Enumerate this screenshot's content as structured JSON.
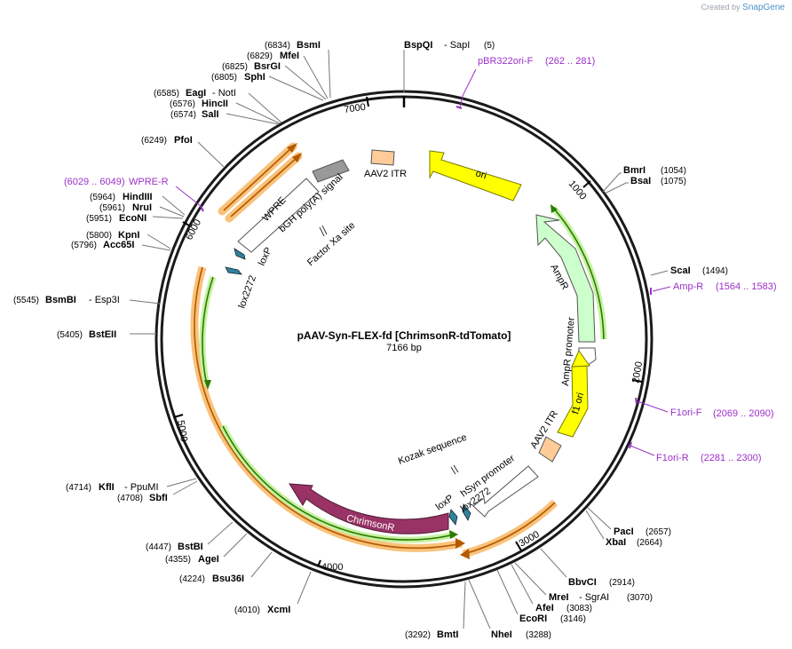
{
  "credit": {
    "prefix": "Created by",
    "brand": "SnapGene"
  },
  "plasmid": {
    "name": "pAAV-Syn-FLEX-fd [ChrimsonR-tdTomato]",
    "length": "7166 bp"
  },
  "ticks": [
    {
      "label": "1000",
      "bp": 1000
    },
    {
      "label": "2000",
      "bp": 2000
    },
    {
      "label": "3000",
      "bp": 3000
    },
    {
      "label": "4000",
      "bp": 4000
    },
    {
      "label": "5000",
      "bp": 5000
    },
    {
      "label": "6000",
      "bp": 6000
    },
    {
      "label": "7000",
      "bp": 7000
    }
  ],
  "sites": [
    {
      "id": "bspqi",
      "name": "BspQI",
      "extra": "- SapI",
      "pos": "(5)"
    },
    {
      "id": "bmri",
      "name": "BmrI",
      "pos": "(1054)"
    },
    {
      "id": "bsai",
      "name": "BsaI",
      "pos": "(1075)"
    },
    {
      "id": "scai",
      "name": "ScaI",
      "pos": "(1494)"
    },
    {
      "id": "paci",
      "name": "PacI",
      "pos": "(2657)"
    },
    {
      "id": "xbai",
      "name": "XbaI",
      "pos": "(2664)"
    },
    {
      "id": "bbvci",
      "name": "BbvCI",
      "pos": "(2914)"
    },
    {
      "id": "mrei",
      "name": "MreI",
      "extra": "- SgrAI",
      "pos": "(3070)"
    },
    {
      "id": "afei",
      "name": "AfeI",
      "pos": "(3083)"
    },
    {
      "id": "ecori",
      "name": "EcoRI",
      "pos": "(3146)"
    },
    {
      "id": "nhei",
      "name": "NheI",
      "pos": "(3288)"
    },
    {
      "id": "bmti",
      "name": "BmtI",
      "pos": "(3292)"
    },
    {
      "id": "xcmi",
      "name": "XcmI",
      "pos": "(4010)"
    },
    {
      "id": "bsu36i",
      "name": "Bsu36I",
      "pos": "(4224)"
    },
    {
      "id": "agei",
      "name": "AgeI",
      "pos": "(4355)"
    },
    {
      "id": "bstbi",
      "name": "BstBI",
      "pos": "(4447)"
    },
    {
      "id": "sbfi",
      "name": "SbfI",
      "pos": "(4708)"
    },
    {
      "id": "kfli",
      "name": "KflI",
      "extra": "- PpuMI",
      "pos": "(4714)"
    },
    {
      "id": "bsteii",
      "name": "BstEII",
      "pos": "(5405)"
    },
    {
      "id": "bsmbi",
      "name": "BsmBI",
      "extra": "- Esp3I",
      "pos": "(5545)"
    },
    {
      "id": "acc65i",
      "name": "Acc65I",
      "pos": "(5796)"
    },
    {
      "id": "kpni",
      "name": "KpnI",
      "pos": "(5800)"
    },
    {
      "id": "econi",
      "name": "EcoNI",
      "pos": "(5951)"
    },
    {
      "id": "nrui",
      "name": "NruI",
      "pos": "(5961)"
    },
    {
      "id": "hindiii",
      "name": "HindIII",
      "pos": "(5964)"
    },
    {
      "id": "pfoi",
      "name": "PfoI",
      "pos": "(6249)"
    },
    {
      "id": "sali",
      "name": "SalI",
      "pos": "(6574)"
    },
    {
      "id": "hincii",
      "name": "HincII",
      "pos": "(6576)"
    },
    {
      "id": "eagi",
      "name": "EagI",
      "extra": "- NotI",
      "pos": "(6585)"
    },
    {
      "id": "sphi",
      "name": "SphI",
      "pos": "(6805)"
    },
    {
      "id": "bsrgi",
      "name": "BsrGI",
      "pos": "(6825)"
    },
    {
      "id": "mfei",
      "name": "MfeI",
      "pos": "(6829)"
    },
    {
      "id": "bsmi",
      "name": "BsmI",
      "pos": "(6834)"
    }
  ],
  "primers": [
    {
      "id": "pbr322",
      "name": "pBR322ori-F",
      "range": "(262 .. 281)"
    },
    {
      "id": "ampr",
      "name": "Amp-R",
      "range": "(1564 .. 1583)"
    },
    {
      "id": "f1orif",
      "name": "F1ori-F",
      "range": "(2069 .. 2090)"
    },
    {
      "id": "f1orir",
      "name": "F1ori-R",
      "range": "(2281 .. 2300)"
    },
    {
      "id": "wprer",
      "name": "WPRE-R",
      "range": "(6029 .. 6049)"
    }
  ],
  "features": {
    "ori": "ori",
    "ampr": "AmpR",
    "ampr_promoter": "AmpR promoter",
    "f1ori": "f1 ori",
    "aav2itr_right": "AAV2 ITR",
    "hsyn": "hSyn promoter",
    "lox2272_a": "lox2272",
    "loxp_a": "loxP",
    "kozak": "Kozak sequence",
    "chrimsonr": "ChrimsonR",
    "lox2272_b": "lox2272",
    "loxp_b": "loxP",
    "wpre": "WPRE",
    "bgh": "bGH poly(A) signal",
    "factor_xa": "Factor Xa site",
    "aav2itr_left": "AAV2 ITR"
  },
  "colors": {
    "ori": "#ffff00",
    "ampr": "#ccffcc",
    "chrimsonr": "#993366",
    "aav2itr": "#ffcc99",
    "lox": "#31849b",
    "bgh": "#999999",
    "tdtomato_band": "#f9c27a",
    "tdtomato_line": "#b35900",
    "green_band": "#c4f2a0",
    "green_line": "#2d7a00",
    "primer": "#9b30c8"
  }
}
